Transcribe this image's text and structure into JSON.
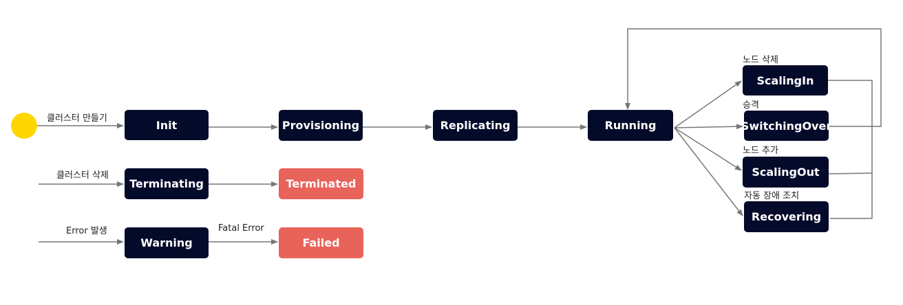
{
  "states": {
    "init": "Init",
    "provisioning": "Provisioning",
    "replicating": "Replicating",
    "running": "Running",
    "scaling_in": "ScalingIn",
    "switching_over": "SwitchingOver",
    "scaling_out": "ScalingOut",
    "recovering": "Recovering",
    "terminating": "Terminating",
    "terminated": "Terminated",
    "warning": "Warning",
    "failed": "Failed"
  },
  "transitions": {
    "create_cluster": "클러스터 만들기",
    "delete_cluster": "클러스터 삭제",
    "error_occurred": "Error 발생",
    "fatal_error": "Fatal Error",
    "node_delete": "노드 삭제",
    "promote": "승격",
    "node_add": "노드 추가",
    "auto_failover": "자동 장애 조치"
  },
  "colors": {
    "state_fill": "#040a2a",
    "terminal_fill": "#e8635a",
    "start_point": "#ffd700",
    "edge": "#777777"
  }
}
